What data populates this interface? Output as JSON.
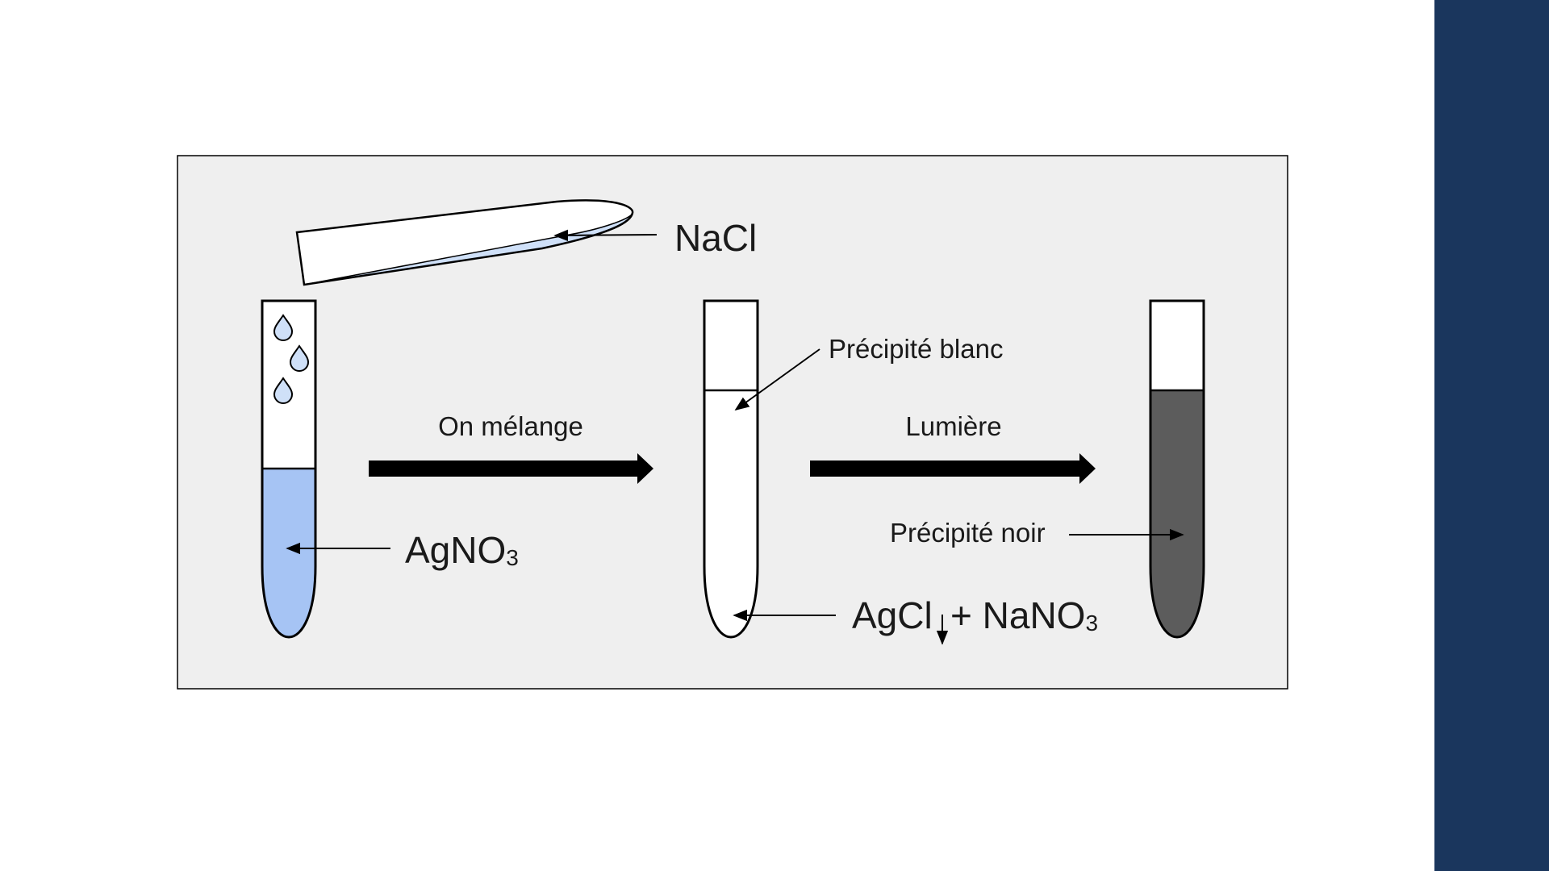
{
  "colors": {
    "page_background": "#ffffff",
    "sidebar": "#1a365d",
    "panel_background": "#efefef",
    "silver_nitrate_solution": "#a6c4f4",
    "sodium_chloride_solution": "#cfe0f8",
    "white_precipitate": "#ffffff",
    "black_precipitate": "#5c5c5c",
    "outline": "#000000"
  },
  "labels": {
    "nacl": "NaCl",
    "agno3_main": "AgNO",
    "agno3_sub": "3",
    "on_melange": "On mélange",
    "precipite_blanc": "Précipité blanc",
    "agcl": "AgCl",
    "plus_nano3": "+ NaNO",
    "nano3_sub": "3",
    "lumiere": "Lumière",
    "precipite_noir": "Précipité noir"
  }
}
